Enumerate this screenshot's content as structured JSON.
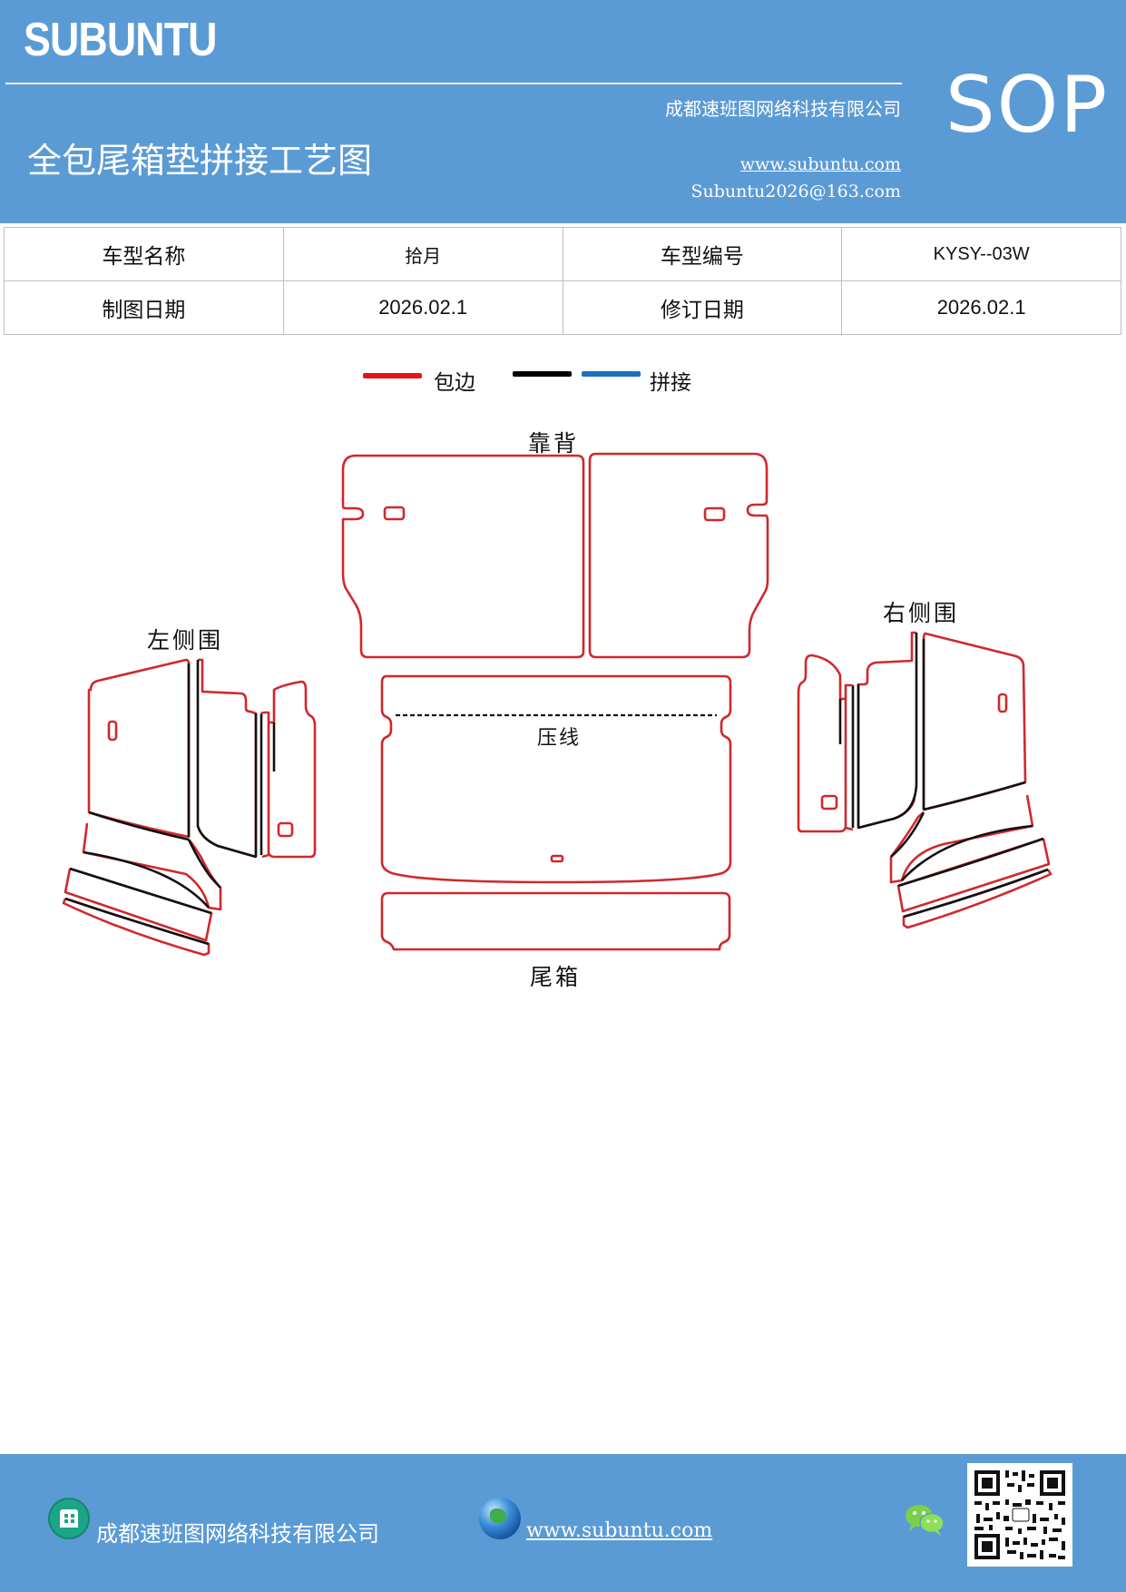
{
  "header": {
    "brand": "SUBUNTU",
    "company": "成都速班图网络科技有限公司",
    "title": "全包尾箱垫拼接工艺图",
    "website": "www.subuntu.com",
    "email": "Subuntu2026@163.com",
    "badge": "SOP"
  },
  "info_table": {
    "rows": [
      [
        "车型名称",
        "拾月",
        "车型编号",
        "KYSY--03W"
      ],
      [
        "制图日期",
        "2026.02.1",
        "修订日期",
        "2026.02.1"
      ]
    ]
  },
  "legend": {
    "items": [
      {
        "label": "包边",
        "color": "#e8141b"
      },
      {
        "label": "",
        "color": "#000000"
      },
      {
        "label": "拼接",
        "color": "#1c6fc4"
      }
    ]
  },
  "diagram": {
    "labels": {
      "back": "靠背",
      "crease": "压线",
      "trunk": "尾箱",
      "left": "左侧围",
      "right": "右侧围"
    },
    "colors": {
      "edge": "#d0282d",
      "seam": "#111111"
    }
  },
  "footer": {
    "company": "成都速班图网络科技有限公司",
    "website": "www.subuntu.com",
    "icons": [
      "building-icon",
      "globe-icon",
      "wechat-icon",
      "qr-code"
    ]
  }
}
